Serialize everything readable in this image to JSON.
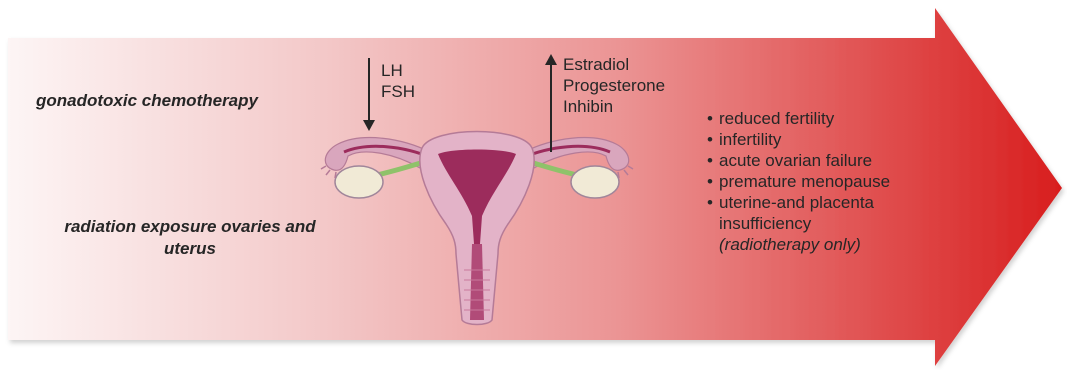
{
  "causes": {
    "chemotherapy": "gonadotoxic chemotherapy",
    "radiation": "radiation exposure ovaries and uterus"
  },
  "pituitary_hormones": {
    "direction": "decrease",
    "items": [
      "LH",
      "FSH"
    ]
  },
  "ovarian_hormones": {
    "direction": "increase",
    "items": [
      "Estradiol",
      "Progesterone",
      "Inhibin"
    ]
  },
  "effects": {
    "items": [
      {
        "text": "reduced fertility",
        "note": ""
      },
      {
        "text": "infertility",
        "note": ""
      },
      {
        "text": "acute ovarian failure",
        "note": ""
      },
      {
        "text": "premature menopause",
        "note": ""
      },
      {
        "text": "uterine-and placenta insufficiency",
        "note": "(radiotherapy only)"
      }
    ]
  },
  "colors": {
    "arrow_start": "#fdf5f5",
    "arrow_mid": "#eea3a3",
    "arrow_end": "#d81e1e",
    "text": "#262626",
    "uterus_outer": "#d9a6bd",
    "uterus_inner": "#9c2c5c",
    "ovary": "#f1ead6",
    "tube_link": "#8fc26a"
  },
  "icons": {
    "organ": "uterus-ovaries-illustration",
    "down_arrow": "arrow-down-icon",
    "up_arrow": "arrow-up-icon"
  }
}
